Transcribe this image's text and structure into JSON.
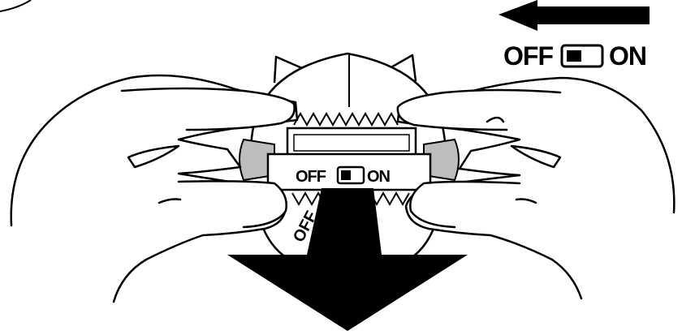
{
  "switch_legend": {
    "off_label": "OFF",
    "on_label": "ON",
    "direction": "left"
  },
  "device_switch": {
    "off_label": "OFF",
    "on_label": "ON"
  },
  "motion": {
    "direction": "down"
  },
  "colors": {
    "ink": "#000000",
    "paper": "#ffffff",
    "shade": "#bdbdbd"
  }
}
